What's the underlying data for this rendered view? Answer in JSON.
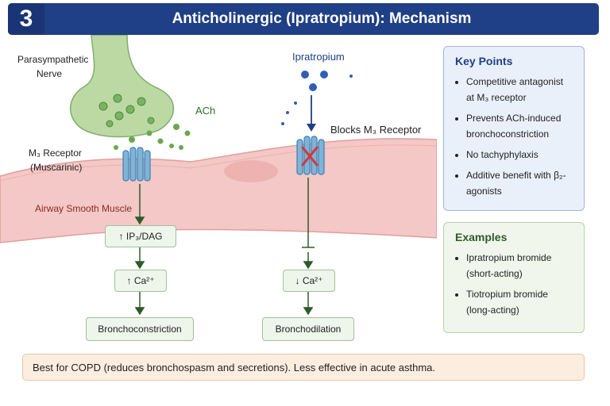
{
  "header": {
    "number": "3",
    "title": "Anticholinergic (Ipratropium): Mechanism"
  },
  "labels": {
    "nerve": "Parasympathetic",
    "nerve2": "Nerve",
    "ach": "ACh",
    "ipratropium": "Ipratropium",
    "receptor": "M₃ Receptor",
    "receptor2": "(Muscarinic)",
    "blocks": "Blocks M₃ Receptor",
    "muscle": "Airway Smooth Muscle"
  },
  "pathway_left": [
    "↑ IP₃/DAG",
    "↑ Ca²⁺",
    "Bronchoconstriction"
  ],
  "pathway_right": [
    "↓ Ca²⁺",
    "Bronchodilation"
  ],
  "key_points": {
    "title": "Key Points",
    "items": [
      "Competitive antagonist at M₃ receptor",
      "Prevents ACh-induced bronchoconstriction",
      "No tachyphylaxis",
      "Additive benefit with β₂-agonists"
    ]
  },
  "examples": {
    "title": "Examples",
    "items": [
      "Ipratropium bromide (short-acting)",
      "Tiotropium bromide (long-acting)"
    ]
  },
  "footer": "Best for COPD (reduces bronchospasm and secretions). Less effective in acute asthma.",
  "colors": {
    "header": "#1f3f86",
    "panel_blue_bg": "#eaf0fa",
    "panel_green_bg": "#f1f6ec",
    "arrow": "#2f5a2b",
    "muscle": "#f3c8c6"
  }
}
